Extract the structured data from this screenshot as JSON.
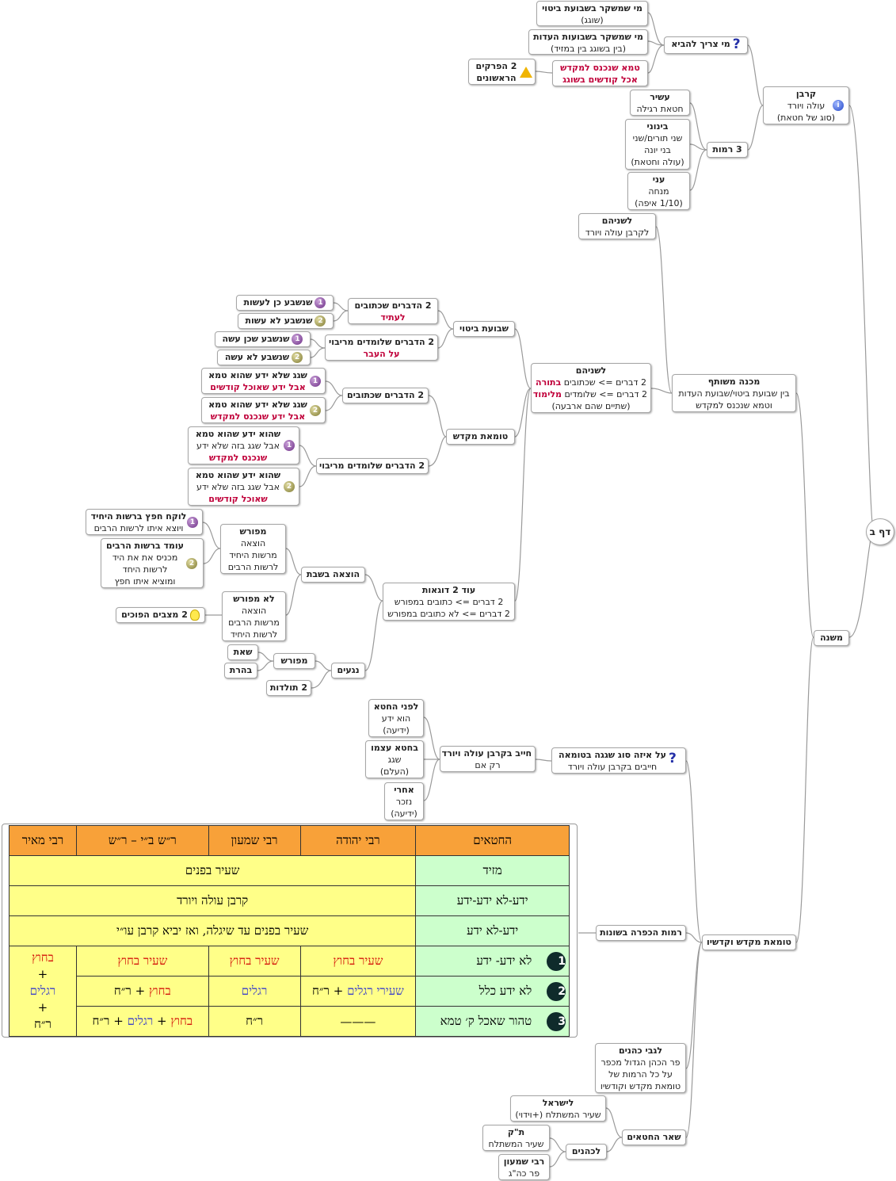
{
  "root": "דף ב",
  "korban": {
    "title": "קרבן",
    "sub1": "עולה ויורד",
    "sub2": "(סוג של חטאת)",
    "icon": "info-icon"
  },
  "mi_tzarich": {
    "title": "מי צריך להביא",
    "icon": "question-icon"
  },
  "who1": {
    "title": "מי שמשקר בשבועת ביטוי",
    "sub": "(שוגג)"
  },
  "who2": {
    "title": "מי שמשקר בשבועות העדות",
    "sub": "(בין בשוגג בין במזיד)"
  },
  "who3": {
    "l1": "טמא שנכנס למקדש",
    "l2": "אכל קודשים בשוגג"
  },
  "perakim": {
    "l1": "2 הפרקים",
    "l2": "הראשונים",
    "icon": "warning-icon"
  },
  "ramot3": "3 רמות",
  "ashir": {
    "title": "עשיר",
    "sub": "חטאת רגילה"
  },
  "beinoni": {
    "title": "בינוני",
    "l1": "שני תורים/שני",
    "l2": "בני יונה",
    "l3": "(עולה וחטאת)"
  },
  "ani": {
    "title": "עני",
    "l1": "מנחה",
    "l2": "(1/10 איפה)"
  },
  "lishnihem": {
    "title": "לשניהם",
    "sub": "לקרבן עולה ויורד"
  },
  "mikhane": {
    "title": "מכנה משותף",
    "l1": "בין שבועת ביטוי/שבועת העדות",
    "l2": "וטמא שנכנס למקדש"
  },
  "mishna": "משנה",
  "lishnihem2": {
    "title": "לשניהם",
    "l1a": "2 דברים => שכתובים",
    "l1b": "בתורה",
    "l2a": "2 דברים => שלומדים",
    "l2b": "מלימוד",
    "l3": "(שתיים שהם ארבעה)"
  },
  "shvuat_bitui": "שבועת ביטוי",
  "ktuvim_atid": {
    "title": "2 הדברים שכתובים",
    "sub": "לעתיד"
  },
  "sb1": "שנשבע כן לעשות",
  "sb2": "שנשבע לא עשות",
  "lomdim_avar": {
    "title": "2 הדברים שלומדים מריבוי",
    "sub": "על העבר"
  },
  "sb3": "שנשבע שכן עשה",
  "sb4": "שנשבע לא עשה",
  "tumat_mikdash": "טומאת מקדש",
  "ktuvim2": "2 הדברים שכתובים",
  "tm1": {
    "title": "שגג שלא ידע שהוא טמא",
    "sub": "אבל ידע שאוכל קודשים"
  },
  "tm2": {
    "title": "שגג שלא ידע שהוא טמא",
    "sub": "אבל ידע שנכנס למקדש"
  },
  "lomdim2": "2 הדברים שלומדים מריבוי",
  "tm3": {
    "title": "שהוא ידע שהוא טמא",
    "l1": "אבל שגג בזה שלא ידע",
    "l2": "שנכנס למקדש"
  },
  "tm4": {
    "title": "שהוא ידע שהוא טמא",
    "l1": "אבל שגג בזה שלא ידע",
    "l2": "שאוכל קודשים"
  },
  "od2": {
    "title": "עוד 2 דוגאות",
    "l1": "2 דברים => כתובים במפורש",
    "l2": "2 דברים => לא כתובים במפורש"
  },
  "hotzaa": "הוצאה בשבת",
  "meforash": {
    "title": "מפורש",
    "l1": "הוצאה",
    "l2": "מרשות היחיד",
    "l3": "לרשות הרבים"
  },
  "ho1": {
    "title": "לוקח חפץ ברשות היחיד",
    "sub": "ויוצא איתו לרשות הרבים"
  },
  "ho2": {
    "title": "עומד ברשות הרבים",
    "l1": "מכניס את את היד",
    "l2": "לרשות היחד",
    "l3": "ומוציא איתו חפץ"
  },
  "lo_meforash": {
    "title": "לא מפורש",
    "l1": "הוצאה",
    "l2": "מרשות הרבים",
    "l3": "לרשות היחיד"
  },
  "matzavim": "2 מצבים הפוכים",
  "negaim": "נגעים",
  "meforash2": "מפורש",
  "seet": "שאת",
  "baheret": "בהרת",
  "toldot": "2 תולדות",
  "al_eize": {
    "title": "על איזה סוג שגגה בטומאה",
    "sub": "חייבים בקרבן עולה ויורד"
  },
  "chayav": {
    "title": "חייב בקרבן עולה ויורד",
    "sub": "רק אם"
  },
  "lifnei": {
    "title": "לפני החטא",
    "l1": "הוא ידע",
    "l2": "(ידיעה)"
  },
  "bacheit": {
    "title": "בחטא עצמו",
    "l1": "שגג",
    "l2": "(העלם)"
  },
  "acharei": {
    "title": "אחרי",
    "l1": "נזכר",
    "l2": "(ידיעה)"
  },
  "tumat_kodashav": "טומאת מקדש וקדשיו",
  "ramot_kapara": "רמות הכפרה בשונות",
  "lgabei": {
    "title": "לגבי כהנים",
    "l1": "פר הכהן הגדול מכפר",
    "l2": "על כל הרמות של",
    "l3": "טומאת מקדש וקודשיו"
  },
  "shear": "שאר החטאים",
  "lyisrael": {
    "title": "לישראל",
    "sub": "שעיר המשתלח (+וידוי)"
  },
  "lkohanim": "לכהנים",
  "tk": {
    "title": "ת\"ק",
    "sub": "שעיר המשתלח"
  },
  "rs": {
    "title": "רבי שמעון",
    "sub": "פר כה\"ג"
  },
  "table": {
    "h": [
      "החטאים",
      "רבי יהודה",
      "רבי שמעון",
      "ר״ש ב״י – ר״ש",
      "רבי מאיר"
    ],
    "r1": [
      "מזיד",
      "שעיר בפנים"
    ],
    "r2": [
      "ידע-לא ידע-ידע",
      "קרבן עולה ויורד"
    ],
    "r3": [
      "ידע-לא ידע",
      "שעיר בפנים עד שיגלה, ואז יביא קרבן עו״י"
    ],
    "r4": {
      "n": "1",
      "label": "לא ידע- ידע",
      "c1": "שעיר בחוץ",
      "c2": "שעיר בחוץ",
      "c3": "שעיר בחוץ"
    },
    "r5": {
      "n": "2",
      "label": "לא ידע כלל",
      "c1a": "שעירי רגלים",
      "plus": "+",
      "c1b": "ר״ח",
      "c2": "רגלים",
      "c3a": "בחוץ",
      "c3b": "ר״ח"
    },
    "r6": {
      "n": "3",
      "label": "טהור שאכל ק׳ טמא",
      "c1": "———",
      "c2": "ר״ח",
      "c3a": "בחוץ",
      "c3b": "רגלים",
      "c3c": "ר״ח"
    },
    "meir": {
      "a": "בחוץ",
      "p1": "+",
      "b": "רגלים",
      "p2": "+",
      "c": "ר״ח"
    }
  }
}
